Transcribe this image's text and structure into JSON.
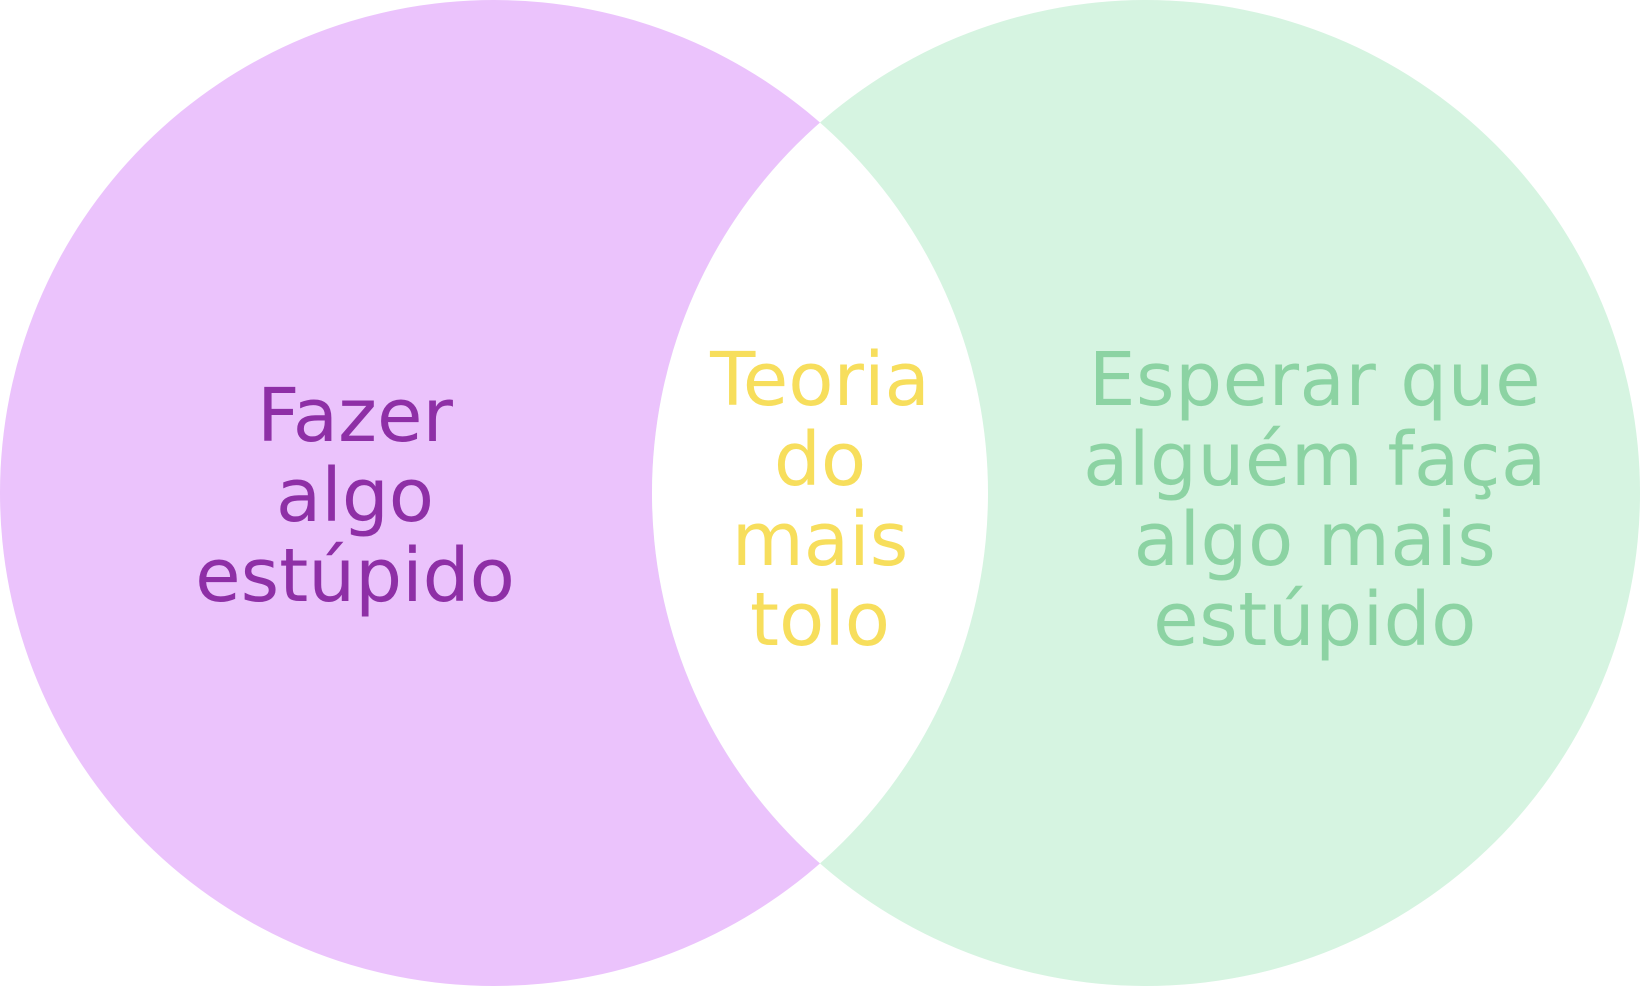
{
  "diagram": {
    "type": "venn",
    "sets": [
      {
        "id": "left",
        "lines": [
          "Fazer",
          "algo",
          "estúpido"
        ],
        "fill_color": "#ebc3fc",
        "text_color": "#8e2fa6"
      },
      {
        "id": "right",
        "lines": [
          "Esperar que",
          "alguém faça",
          "algo mais",
          "estúpido"
        ],
        "fill_color": "#d6f4e1",
        "text_color": "#8cd3a3"
      }
    ],
    "intersection": {
      "lines": [
        "Teoria",
        "do",
        "mais",
        "tolo"
      ],
      "fill_color": "#ffffff",
      "text_color": "#f7de5c"
    }
  }
}
